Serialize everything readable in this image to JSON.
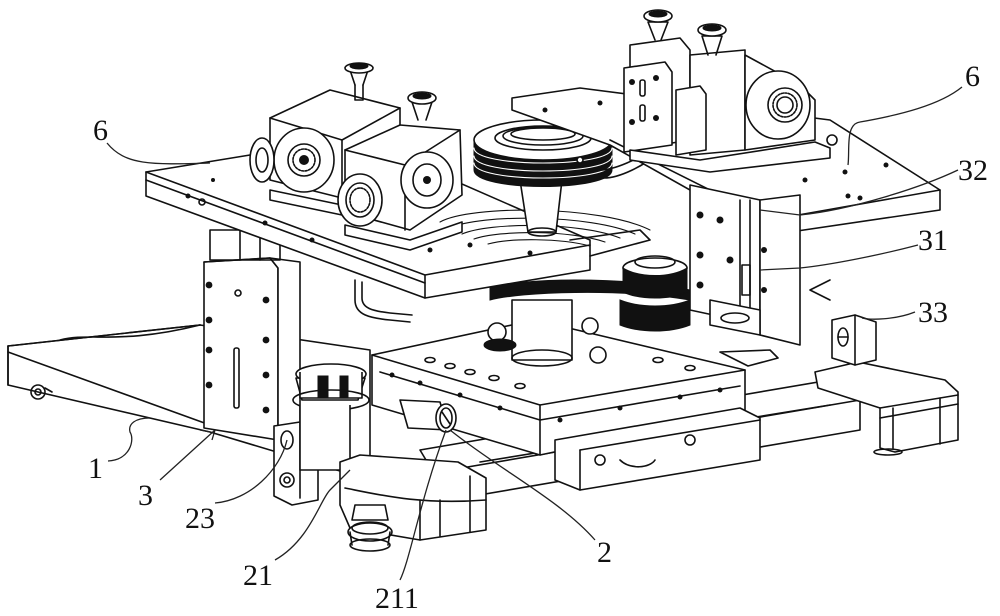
{
  "figure": {
    "type": "patent-style mechanical line drawing",
    "subject": "positioning / grinding apparatus on base frame",
    "ink_color": "#111111",
    "background_color": "#ffffff"
  },
  "reference_labels": [
    {
      "id": "label-6-left",
      "text": "6",
      "part": "mounting-plate-left"
    },
    {
      "id": "label-6-right",
      "text": "6",
      "part": "mounting-plate-right"
    },
    {
      "id": "label-32",
      "text": "32",
      "part": "column-plate"
    },
    {
      "id": "label-31",
      "text": "31",
      "part": "column"
    },
    {
      "id": "label-33",
      "text": "33",
      "part": "lug-bracket-right"
    },
    {
      "id": "label-1",
      "text": "1",
      "part": "base-frame"
    },
    {
      "id": "label-3",
      "text": "3",
      "part": "support-column-left"
    },
    {
      "id": "label-23",
      "text": "23",
      "part": "lug-bracket-left"
    },
    {
      "id": "label-21",
      "text": "21",
      "part": "leveling-foot"
    },
    {
      "id": "label-211",
      "text": "211",
      "part": "foot-pad"
    },
    {
      "id": "label-2",
      "text": "2",
      "part": "slide-table"
    }
  ]
}
